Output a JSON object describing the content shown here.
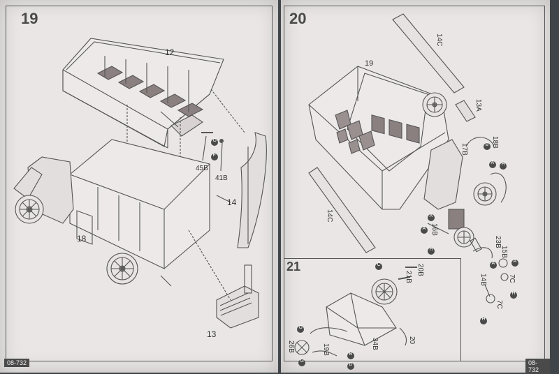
{
  "left_page": {
    "step19": {
      "number": "19",
      "labels": {
        "p12": "12",
        "p14": "14",
        "p18": "18",
        "p13": "13",
        "p45b": "45B",
        "p41b": "41B"
      },
      "callouts": [
        "G",
        "F"
      ]
    },
    "code": "08-732"
  },
  "right_page": {
    "step20": {
      "number": "20",
      "labels": {
        "p19": "19",
        "p14c_top": "14C",
        "p14c_left": "14C",
        "p13a": "13A",
        "p17b": "17B",
        "p18b": "18B",
        "p16b": "16B",
        "p23b": "23B",
        "p15b": "15B",
        "p14b": "14B",
        "p7c_a": "7C",
        "p7c_b": "7C"
      },
      "callouts": [
        "A",
        "B",
        "A",
        "A",
        "H",
        "A",
        "H",
        "A",
        "H",
        "H"
      ]
    },
    "step21": {
      "number": "21",
      "labels": {
        "p21b": "21B",
        "p20b": "20B",
        "p20": "20",
        "p26b": "26B",
        "p19b": "19B",
        "p34b": "34B"
      },
      "callouts": [
        "C",
        "B",
        "G",
        "B",
        "G"
      ]
    },
    "code": "08-732"
  },
  "colors": {
    "paper": "#e9e6e5",
    "line": "#555555",
    "shade": "#8a8080",
    "background": "#3f4548"
  }
}
